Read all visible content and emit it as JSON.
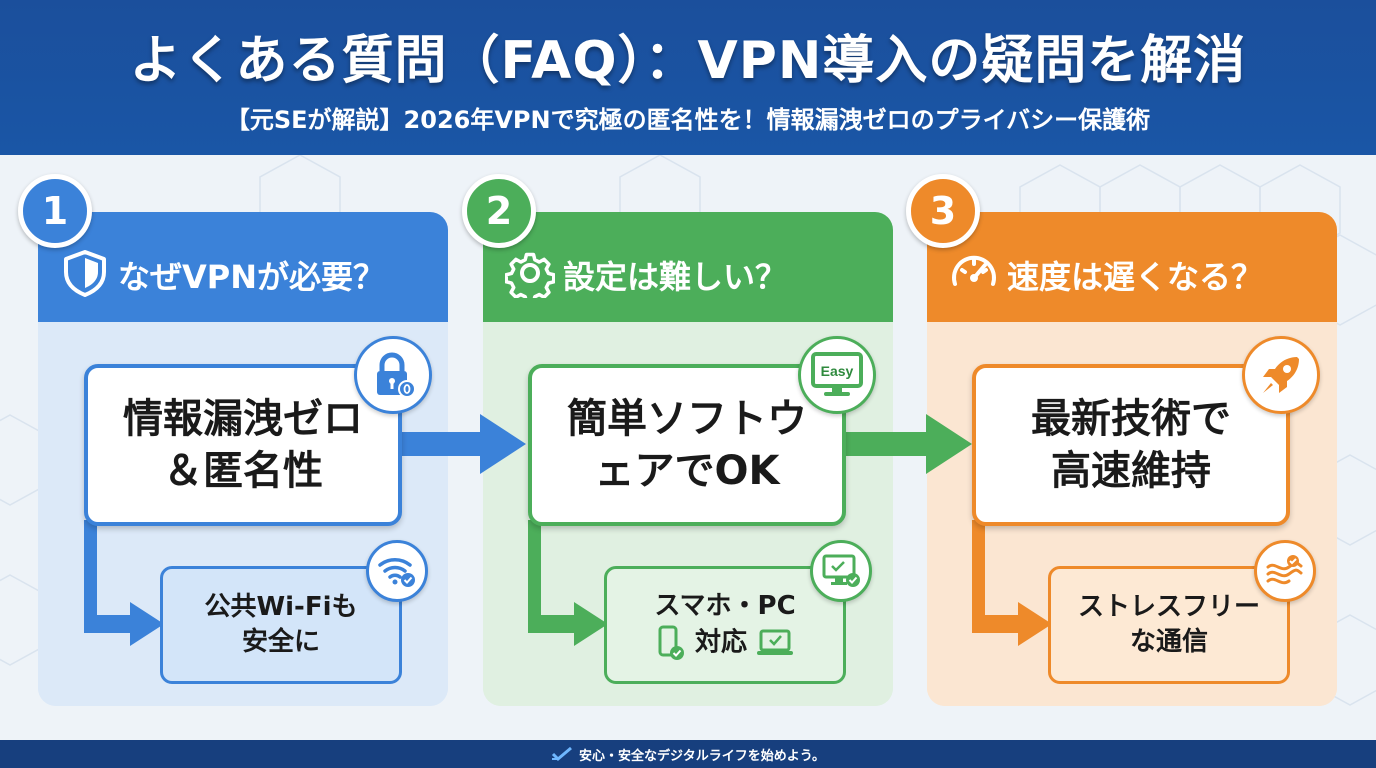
{
  "header": {
    "title": "よくある質問（FAQ）：VPN導入の疑問を解消",
    "subtitle": "【元SEが解説】2026年VPNで究極の匿名性を！情報漏洩ゼロのプライバシー保護術"
  },
  "columns": [
    {
      "number": "1",
      "title": "なぜVPNが必要？",
      "main_line1": "情報漏洩ゼロ",
      "main_line2": "＆匿名性",
      "sub_line1": "公共Wi-Fiも",
      "sub_line2": "安全に",
      "color": "#3b82d9",
      "icon": "shield-icon",
      "badge_icon": "lock-icon",
      "sub_icon": "wifi-check-icon"
    },
    {
      "number": "2",
      "title": "設定は難しい？",
      "main_line1": "簡単ソフトウ",
      "main_line2": "ェアでOK",
      "easy_label": "Easy",
      "sub_line1": "スマホ・PC",
      "sub_line2": "対応",
      "color": "#4cae5a",
      "icon": "gear-icon",
      "badge_icon": "easy-monitor-icon",
      "sub_icon": "monitor-check-icon"
    },
    {
      "number": "3",
      "title": "速度は遅くなる？",
      "main_line1": "最新技術で",
      "main_line2": "高速維持",
      "sub_line1": "ストレスフリー",
      "sub_line2": "な通信",
      "color": "#ee8a2a",
      "icon": "speedometer-icon",
      "badge_icon": "rocket-icon",
      "sub_icon": "flow-check-icon"
    }
  ],
  "footer": {
    "text": "安心・安全なデジタルライフを始めよう。",
    "icon": "check-icon"
  }
}
